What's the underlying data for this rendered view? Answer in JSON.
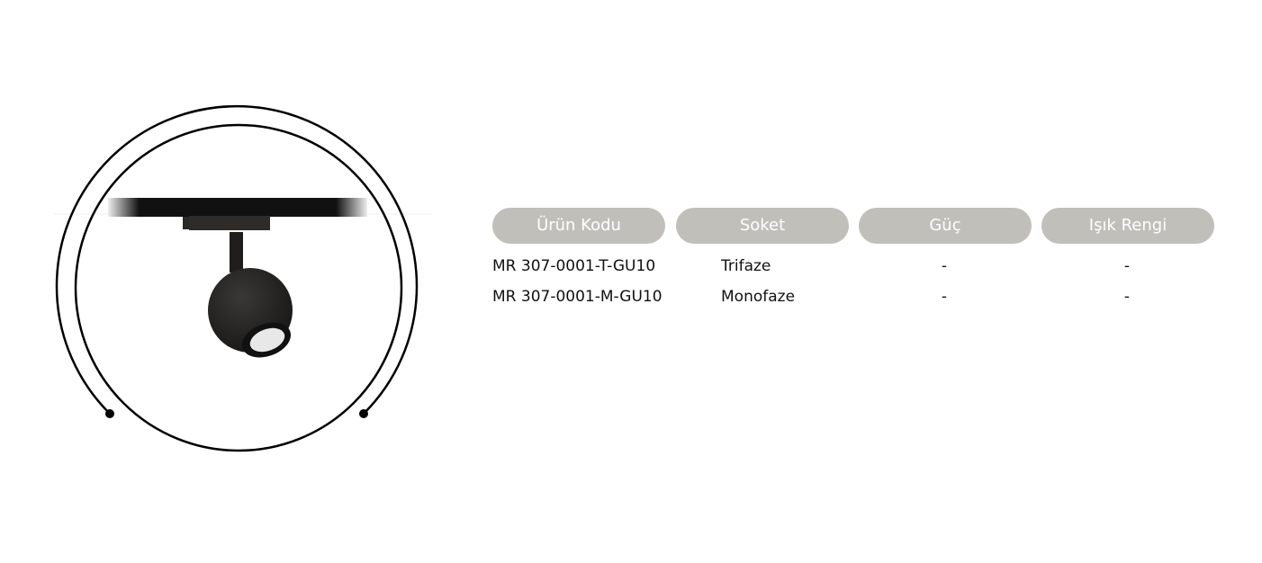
{
  "table": {
    "headers": [
      "Ürün Kodu",
      "Soket",
      "Güç",
      "Işık Rengi"
    ],
    "rows": [
      [
        "MR 307-0001-T-GU10",
        "Trifaze",
        "-",
        "-"
      ],
      [
        "MR 307-0001-M-GU10",
        "Monofaze",
        "-",
        "-"
      ]
    ]
  },
  "colors": {
    "header_bg": "#c0bfba",
    "header_text": "#ffffff",
    "text": "#111111"
  }
}
